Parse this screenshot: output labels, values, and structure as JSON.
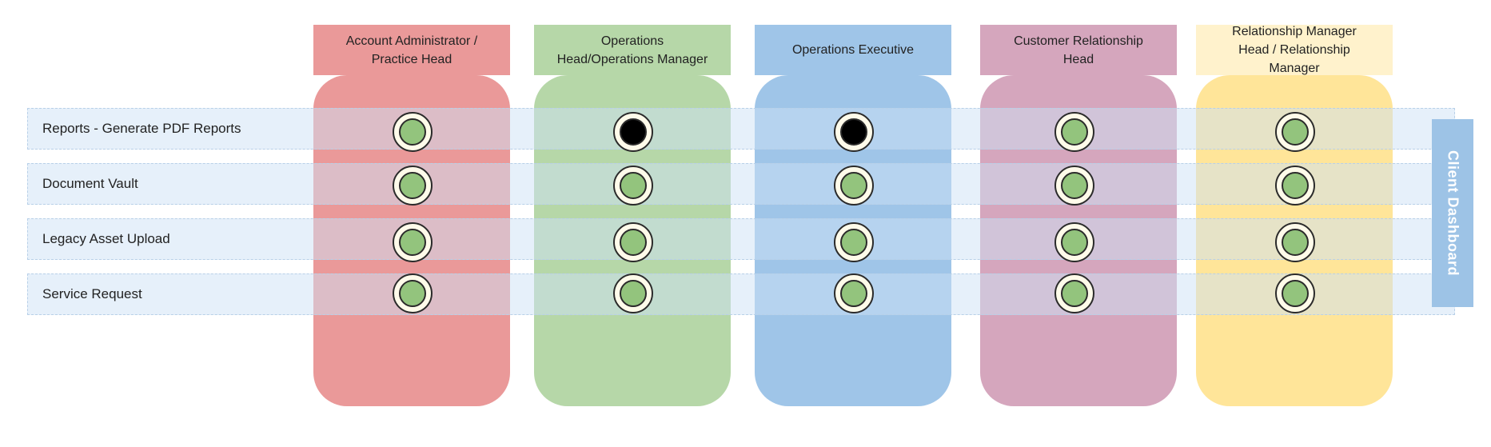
{
  "roles": [
    {
      "label": "Account Administrator /\nPractice Head",
      "header_color": "#ea9999",
      "body_color": "#ea9999"
    },
    {
      "label": "Operations\nHead/Operations Manager",
      "header_color": "#b6d7a8",
      "body_color": "#b6d7a8"
    },
    {
      "label": "Operations Executive",
      "header_color": "#9fc5e8",
      "body_color": "#9fc5e8"
    },
    {
      "label": "Customer Relationship\nHead",
      "header_color": "#d5a6bd",
      "body_color": "#d5a6bd"
    },
    {
      "label": "Relationship Manager\nHead / Relationship\nManager",
      "header_color": "#fff2cc",
      "body_color": "#ffe599"
    }
  ],
  "features": [
    {
      "label": "Reports - Generate PDF Reports",
      "access": [
        "green",
        "black",
        "black",
        "green",
        "green"
      ]
    },
    {
      "label": "Document Vault",
      "access": [
        "green",
        "green",
        "green",
        "green",
        "green"
      ]
    },
    {
      "label": "Legacy Asset Upload",
      "access": [
        "green",
        "green",
        "green",
        "green",
        "green"
      ]
    },
    {
      "label": "Service Request",
      "access": [
        "green",
        "green",
        "green",
        "green",
        "green"
      ]
    }
  ],
  "access_colors": {
    "green": "#93c47d",
    "black": "#000000"
  },
  "section_label": "Client Dashboard"
}
